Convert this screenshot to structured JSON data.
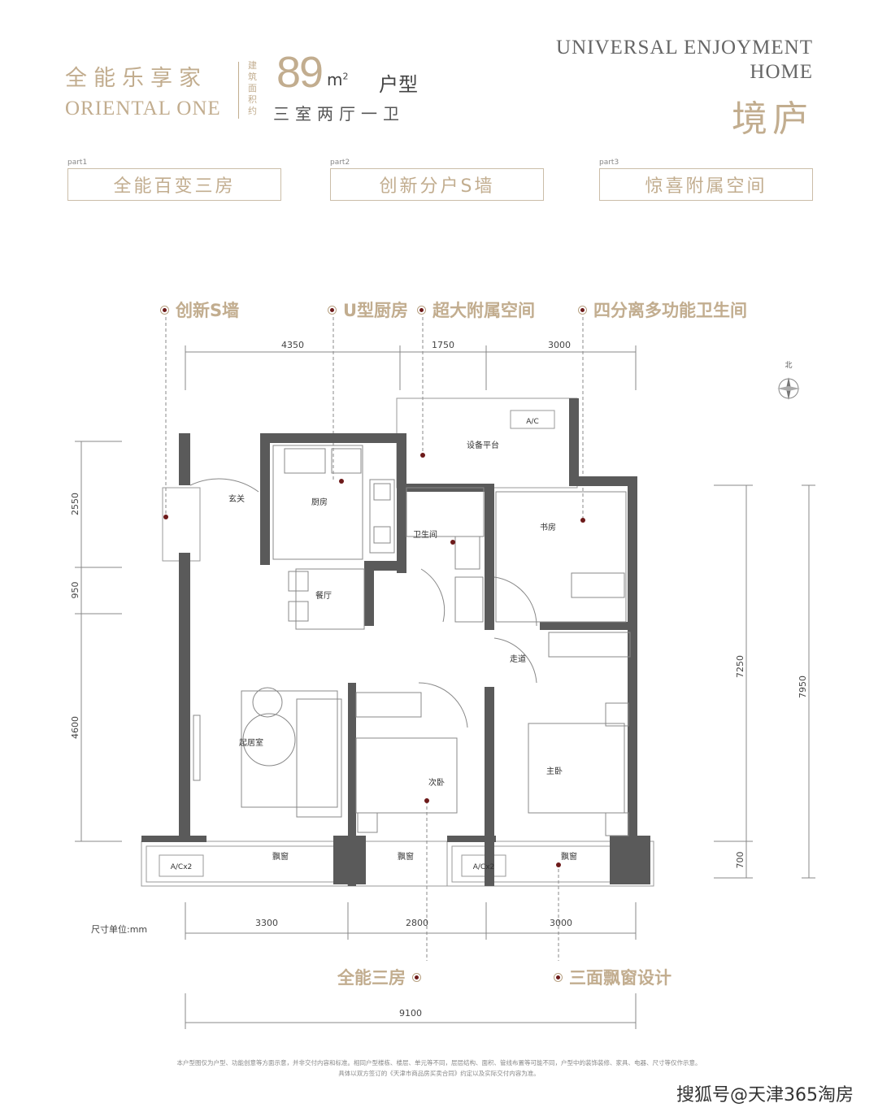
{
  "header": {
    "brand_cn": "全能乐享家",
    "brand_en": "ORIENTAL ONE",
    "area_label": "建筑面积约",
    "area_value": "89",
    "area_unit": "m",
    "area_unit_sup": "2",
    "type_label": "户型",
    "rooms": "三室两厅一卫",
    "en_title_line1": "UNIVERSAL ENJOYMENT",
    "en_title_line2": "HOME",
    "cn_title": "境庐"
  },
  "parts": [
    {
      "tag": "part1",
      "label": "全能百变三房"
    },
    {
      "tag": "part2",
      "label": "创新分户S墙"
    },
    {
      "tag": "part3",
      "label": "惊喜附属空间"
    }
  ],
  "callouts": {
    "top": [
      "创新S墙",
      "U型厨房",
      "超大附属空间",
      "四分离多功能卫生间"
    ],
    "bottom": [
      "全能三房",
      "三面飘窗设计"
    ]
  },
  "dimensions": {
    "top": [
      "4350",
      "1750",
      "3000"
    ],
    "bottom": [
      "3300",
      "2800",
      "3000"
    ],
    "total": "9100",
    "left": [
      "2550",
      "950",
      "4600"
    ],
    "right_inner": [
      "7250",
      "700"
    ],
    "right_outer": "7950"
  },
  "rooms": {
    "entry": "玄关",
    "kitchen": "厨房",
    "dining": "餐厅",
    "living": "起居室",
    "bath": "卫生间",
    "study": "书房",
    "corridor": "走道",
    "second_bed": "次卧",
    "master_bed": "主卧",
    "platform": "设备平台",
    "bay1": "飘窗",
    "bay2": "飘窗",
    "bay3": "飘窗",
    "ac_top": "A/C",
    "ac_left": "A/Cx2",
    "ac_mid": "A/Cx2"
  },
  "compass": "北",
  "unit_note": "尺寸单位:mm",
  "disclaimer": [
    "本户型图仅为户型、功能创意等方面示意，并非交付内容和标准。相同户型楼栋、楼层、单元等不同，层层结构、面积、管线布置等可能不同，户型中的装饰装修、家具、电器、尺寸等仅作示意。",
    "具体以双方签订的《天津市商品房买卖合同》约定以及实际交付内容为准。"
  ],
  "watermark": "搜狐号@天津365淘房",
  "colors": {
    "gold": "#c2ad8f",
    "wall": "#5a5a5a",
    "dot": "#6d1a1a"
  }
}
